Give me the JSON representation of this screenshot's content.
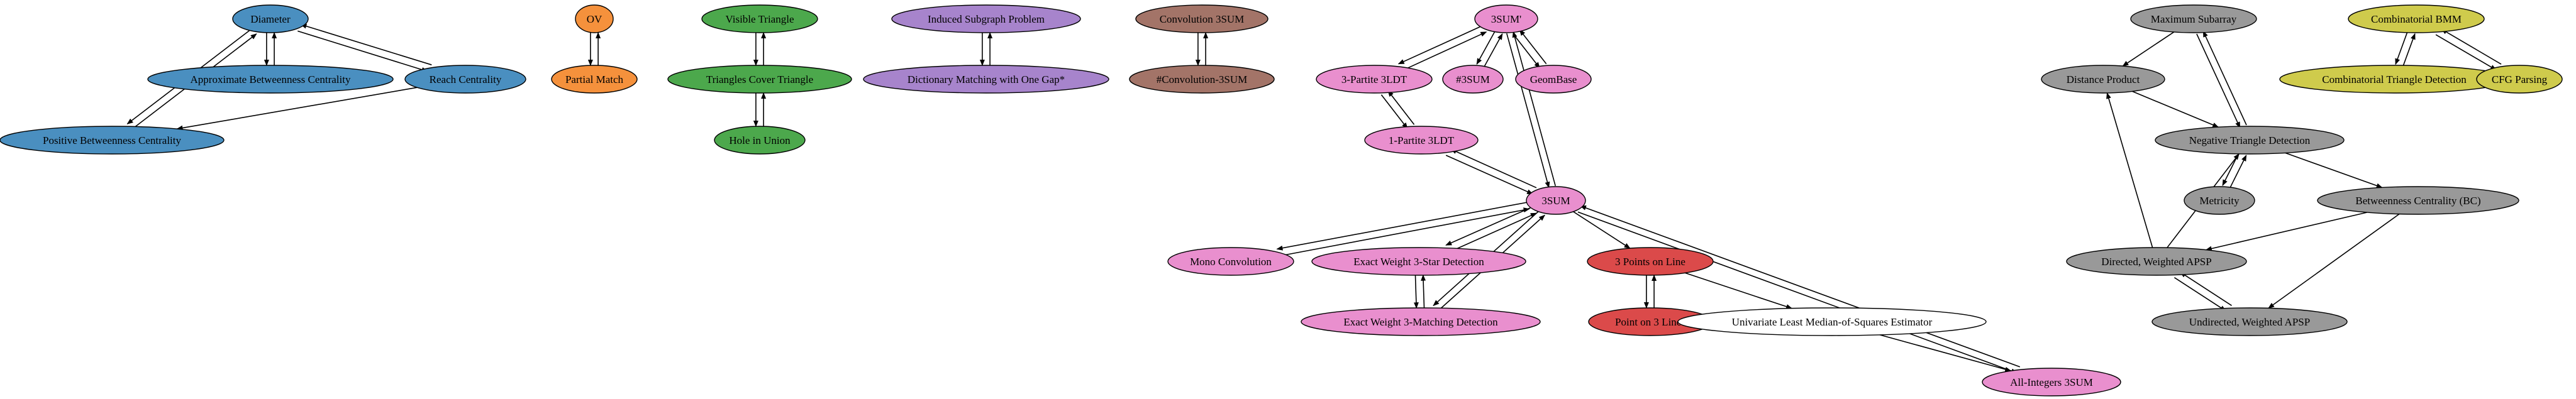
{
  "colors": {
    "blue": "#4a8fc0",
    "orange": "#f5913c",
    "green": "#4ca84c",
    "purple": "#a784cc",
    "brown": "#a37468",
    "pink": "#e98fce",
    "red": "#db4a4a",
    "gray": "#999999",
    "yellow": "#cfcb4c",
    "white": "#ffffff"
  },
  "nodes": [
    {
      "id": "diameter",
      "label": "Diameter",
      "color": "blue"
    },
    {
      "id": "approx-bc",
      "label": "Approximate Betweenness Centrality",
      "color": "blue"
    },
    {
      "id": "reach",
      "label": "Reach Centrality",
      "color": "blue"
    },
    {
      "id": "pos-bc",
      "label": "Positive Betweenness Centrality",
      "color": "blue"
    },
    {
      "id": "ov",
      "label": "OV",
      "color": "orange"
    },
    {
      "id": "partial-match",
      "label": "Partial Match",
      "color": "orange"
    },
    {
      "id": "visible-triangle",
      "label": "Visible Triangle",
      "color": "green"
    },
    {
      "id": "triangles-cover",
      "label": "Triangles Cover Triangle",
      "color": "green"
    },
    {
      "id": "hole-union",
      "label": "Hole in Union",
      "color": "green"
    },
    {
      "id": "induced-subgraph",
      "label": "Induced Subgraph Problem",
      "color": "purple"
    },
    {
      "id": "dict-matching",
      "label": "Dictionary Matching with One Gap*",
      "color": "purple"
    },
    {
      "id": "conv-3sum",
      "label": "Convolution 3SUM",
      "color": "brown"
    },
    {
      "id": "sharp-conv-3sum",
      "label": "#Convolution-3SUM",
      "color": "brown"
    },
    {
      "id": "3sum-prime",
      "label": "3SUM'",
      "color": "pink"
    },
    {
      "id": "3partite-3ldt",
      "label": "3-Partite 3LDT",
      "color": "pink"
    },
    {
      "id": "sharp-3sum",
      "label": "#3SUM",
      "color": "pink"
    },
    {
      "id": "geombase",
      "label": "GeomBase",
      "color": "pink"
    },
    {
      "id": "1partite-3ldt",
      "label": "1-Partite 3LDT",
      "color": "pink"
    },
    {
      "id": "3sum",
      "label": "3SUM",
      "color": "pink"
    },
    {
      "id": "mono-conv",
      "label": "Mono Convolution",
      "color": "pink"
    },
    {
      "id": "exact-3star",
      "label": "Exact Weight 3-Star Detection",
      "color": "pink"
    },
    {
      "id": "exact-3matching",
      "label": "Exact Weight 3-Matching Detection",
      "color": "pink"
    },
    {
      "id": "3points-line",
      "label": "3 Points on Line",
      "color": "red"
    },
    {
      "id": "point-3lines",
      "label": "Point on 3 Lines",
      "color": "red"
    },
    {
      "id": "lms",
      "label": "Univariate Least Median-of-Squares Estimator",
      "color": "white"
    },
    {
      "id": "all-int-3sum",
      "label": "All-Integers 3SUM",
      "color": "pink"
    },
    {
      "id": "max-subarray",
      "label": "Maximum Subarray",
      "color": "gray"
    },
    {
      "id": "distance-product",
      "label": "Distance Product",
      "color": "gray"
    },
    {
      "id": "neg-triangle",
      "label": "Negative Triangle Detection",
      "color": "gray"
    },
    {
      "id": "metricity",
      "label": "Metricity",
      "color": "gray"
    },
    {
      "id": "bc",
      "label": "Betweenness Centrality (BC)",
      "color": "gray"
    },
    {
      "id": "directed-apsp",
      "label": "Directed, Weighted APSP",
      "color": "gray"
    },
    {
      "id": "undirected-apsp",
      "label": "Undirected, Weighted APSP",
      "color": "gray"
    },
    {
      "id": "comb-bmm",
      "label": "Combinatorial BMM",
      "color": "yellow"
    },
    {
      "id": "comb-triangle",
      "label": "Combinatorial Triangle Detection",
      "color": "yellow"
    },
    {
      "id": "cfg-parsing",
      "label": "CFG Parsing",
      "color": "yellow"
    }
  ],
  "edges": [
    [
      "diameter",
      "approx-bc"
    ],
    [
      "approx-bc",
      "diameter"
    ],
    [
      "diameter",
      "reach"
    ],
    [
      "reach",
      "diameter"
    ],
    [
      "diameter",
      "pos-bc"
    ],
    [
      "pos-bc",
      "diameter"
    ],
    [
      "reach",
      "pos-bc"
    ],
    [
      "ov",
      "partial-match"
    ],
    [
      "partial-match",
      "ov"
    ],
    [
      "visible-triangle",
      "triangles-cover"
    ],
    [
      "triangles-cover",
      "visible-triangle"
    ],
    [
      "triangles-cover",
      "hole-union"
    ],
    [
      "hole-union",
      "triangles-cover"
    ],
    [
      "induced-subgraph",
      "dict-matching"
    ],
    [
      "dict-matching",
      "induced-subgraph"
    ],
    [
      "conv-3sum",
      "sharp-conv-3sum"
    ],
    [
      "sharp-conv-3sum",
      "conv-3sum"
    ],
    [
      "3sum-prime",
      "3partite-3ldt"
    ],
    [
      "3partite-3ldt",
      "3sum-prime"
    ],
    [
      "3sum-prime",
      "sharp-3sum"
    ],
    [
      "sharp-3sum",
      "3sum-prime"
    ],
    [
      "3sum-prime",
      "geombase"
    ],
    [
      "geombase",
      "3sum-prime"
    ],
    [
      "3sum-prime",
      "3sum"
    ],
    [
      "3sum",
      "3sum-prime"
    ],
    [
      "3partite-3ldt",
      "1partite-3ldt"
    ],
    [
      "1partite-3ldt",
      "3partite-3ldt"
    ],
    [
      "1partite-3ldt",
      "3sum"
    ],
    [
      "3sum",
      "1partite-3ldt"
    ],
    [
      "3sum",
      "mono-conv"
    ],
    [
      "mono-conv",
      "3sum"
    ],
    [
      "3sum",
      "exact-3star"
    ],
    [
      "exact-3star",
      "3sum"
    ],
    [
      "3sum",
      "exact-3matching"
    ],
    [
      "exact-3matching",
      "3sum"
    ],
    [
      "exact-3star",
      "exact-3matching"
    ],
    [
      "exact-3matching",
      "exact-3star"
    ],
    [
      "3sum",
      "3points-line"
    ],
    [
      "3points-line",
      "point-3lines"
    ],
    [
      "point-3lines",
      "3points-line"
    ],
    [
      "3points-line",
      "lms"
    ],
    [
      "lms",
      "all-int-3sum"
    ],
    [
      "3sum",
      "all-int-3sum"
    ],
    [
      "all-int-3sum",
      "3sum"
    ],
    [
      "max-subarray",
      "distance-product"
    ],
    [
      "max-subarray",
      "neg-triangle"
    ],
    [
      "neg-triangle",
      "max-subarray"
    ],
    [
      "distance-product",
      "neg-triangle"
    ],
    [
      "neg-triangle",
      "metricity"
    ],
    [
      "metricity",
      "neg-triangle"
    ],
    [
      "neg-triangle",
      "bc"
    ],
    [
      "directed-apsp",
      "distance-product"
    ],
    [
      "directed-apsp",
      "neg-triangle"
    ],
    [
      "bc",
      "directed-apsp"
    ],
    [
      "bc",
      "undirected-apsp"
    ],
    [
      "directed-apsp",
      "undirected-apsp"
    ],
    [
      "undirected-apsp",
      "directed-apsp"
    ],
    [
      "comb-bmm",
      "comb-triangle"
    ],
    [
      "comb-triangle",
      "comb-bmm"
    ],
    [
      "comb-bmm",
      "cfg-parsing"
    ],
    [
      "cfg-parsing",
      "comb-bmm"
    ]
  ]
}
